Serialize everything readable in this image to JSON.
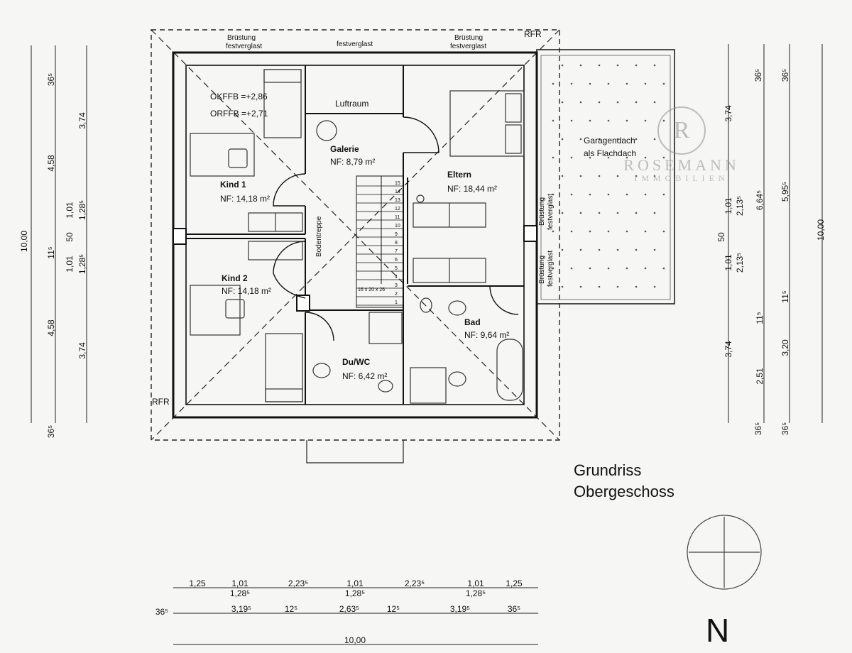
{
  "title": {
    "line1": "Grundriss",
    "line2": "Obergeschoss"
  },
  "north": "N",
  "watermark": {
    "logo": "R",
    "name": "ROSEMANN",
    "sub": "IMMOBILIEN"
  },
  "rooms": {
    "kind1": {
      "name": "Kind 1",
      "area": "NF: 14,18 m²"
    },
    "kind2": {
      "name": "Kind 2",
      "area": "NF: 14,18 m²"
    },
    "galerie": {
      "name": "Galerie",
      "area": "NF: 8,79 m²"
    },
    "eltern": {
      "name": "Eltern",
      "area": "NF: 18,44 m²"
    },
    "bad": {
      "name": "Bad",
      "area": "NF: 9,64 m²"
    },
    "duwc": {
      "name": "Du/WC",
      "area": "NF: 6,42 m²"
    }
  },
  "labels": {
    "luftraum": "Luftraum",
    "okffb": "OKFFB =+2,86",
    "orffb": "ORFFB =+2,71",
    "bodentreppe": "Bodentreppe",
    "garage1": "Garagendach",
    "garage2": "als Flachdach",
    "rfr_top": "RFR",
    "rfr_left": "RFR",
    "brustung": "Brüstung",
    "festverglast": "festverglast",
    "stair_note": "16 x 20 x 26"
  },
  "stair_steps": [
    "1",
    "2",
    "3",
    "4",
    "5",
    "6",
    "7",
    "8",
    "9",
    "10",
    "11",
    "12",
    "13",
    "14",
    "15"
  ],
  "dims_left": {
    "outer_total": "10,00",
    "outer": [
      "36⁵",
      "4,58",
      "1,01",
      "1,28⁵",
      "11⁵",
      "1,01",
      "1,28⁵",
      "4,58",
      "36⁵"
    ],
    "inner": [
      "3,74",
      "50",
      "3,74"
    ]
  },
  "dims_right": {
    "a": [
      "36⁵",
      "3,74",
      "1,01",
      "2,13⁵",
      "50",
      "1,01",
      "2,13⁵",
      "3,74",
      "36⁵"
    ],
    "b": [
      "6,64⁵",
      "11⁵",
      "2,51"
    ],
    "c": [
      "36⁵",
      "5,95⁵",
      "11⁵",
      "3,20",
      "36⁵"
    ],
    "total": "10,00"
  },
  "dims_bottom": {
    "row1": [
      "1,25",
      "1,01",
      "1,28⁵",
      "2,23⁵",
      "1,01",
      "1,28⁵",
      "2,23⁵",
      "1,01",
      "1,28⁵",
      "1,25"
    ],
    "row2": [
      "36⁵",
      "3,19⁵",
      "12⁵",
      "2,63⁵",
      "12⁵",
      "3,19⁵",
      "36⁵"
    ],
    "total": "10,00"
  }
}
